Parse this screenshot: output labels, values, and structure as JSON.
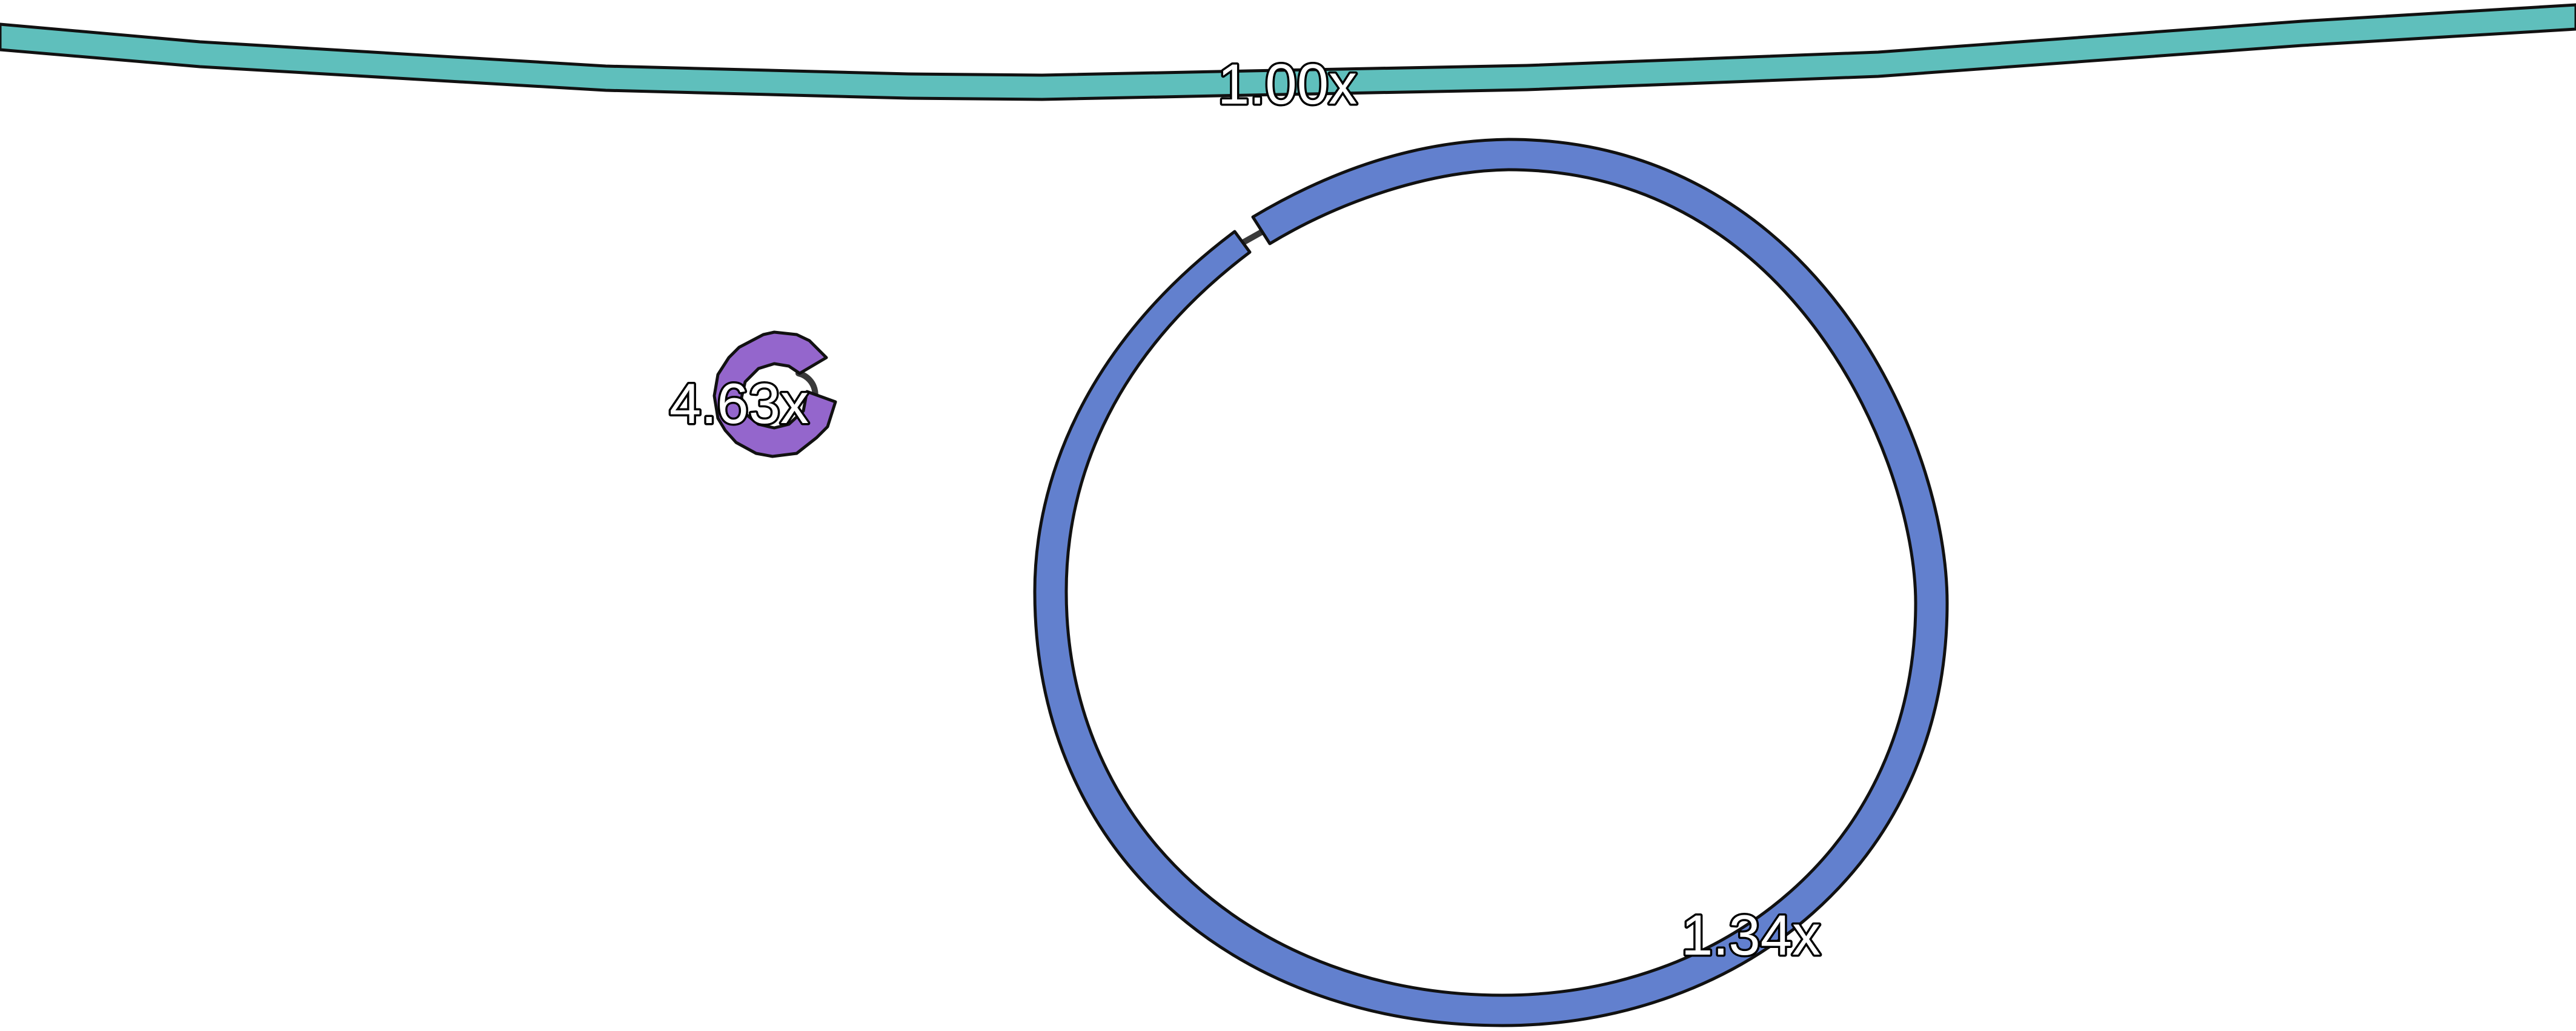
{
  "graph": {
    "contigs": [
      {
        "id": "contig-1",
        "depth_label": "1.00x",
        "color": "#5fbfbc"
      },
      {
        "id": "contig-2",
        "depth_label": "1.34x",
        "color": "#9466cc"
      },
      {
        "id": "contig-3",
        "depth_label": "4.63x",
        "color": "#6280ce"
      }
    ],
    "link_color": "#3a3a3a",
    "outline_color": "#111111"
  }
}
